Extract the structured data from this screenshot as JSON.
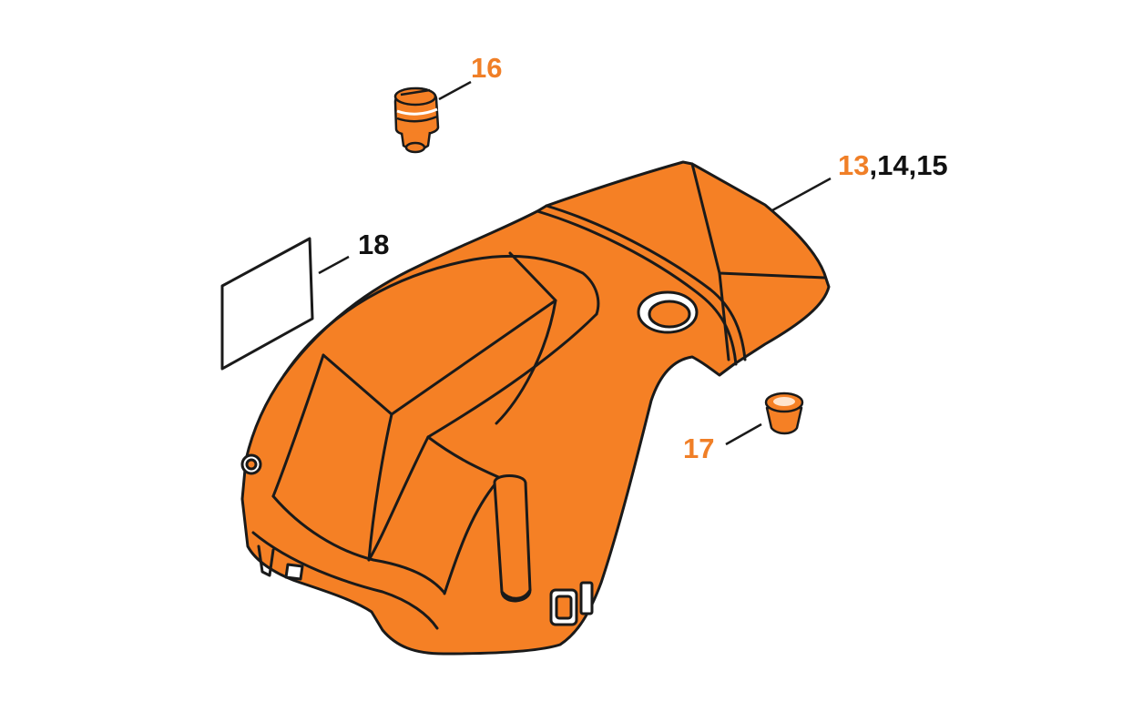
{
  "colors": {
    "part_fill": "#f58025",
    "highlight_label": "#f07f27",
    "plain_label": "#111111",
    "outline": "#1a1a1a"
  },
  "callouts": [
    {
      "id": "16",
      "highlighted": "16",
      "rest": ""
    },
    {
      "id": "13",
      "highlighted": "13",
      "rest": ",14,15"
    },
    {
      "id": "18",
      "highlighted": "",
      "rest": "18"
    },
    {
      "id": "17",
      "highlighted": "17",
      "rest": ""
    }
  ],
  "parts": [
    {
      "id": "16",
      "icon": "screw-plug-icon"
    },
    {
      "id": "13",
      "icon": "shroud-cover-icon"
    },
    {
      "id": "18",
      "icon": "label-plate-icon"
    },
    {
      "id": "17",
      "icon": "rubber-buffer-icon"
    }
  ]
}
